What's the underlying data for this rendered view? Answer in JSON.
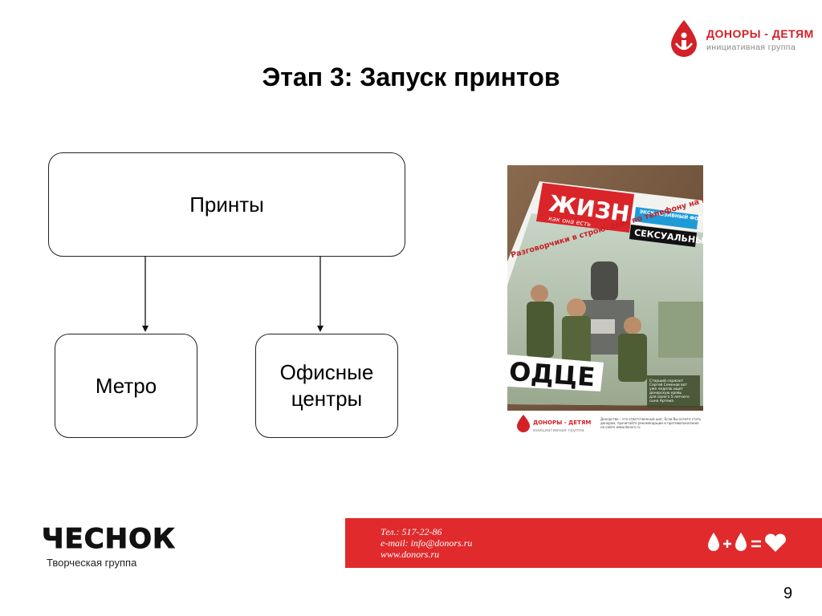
{
  "header": {
    "logo_name": "ДОНОРЫ - ДЕТЯМ",
    "logo_subtitle": "инициативная группа",
    "title": "Этап 3: Запуск принтов"
  },
  "diagram": {
    "root": "Принты",
    "children": [
      "Метро",
      "Офисные центры"
    ]
  },
  "poster": {
    "masthead": "ЖИЗНЬ",
    "masthead_tagline": "как она есть",
    "badge_top": "ЭКСКЛЮЗИВНЫЙ ФОТОРЕПОРТАЖ",
    "badge_main": "СЕКСУАЛЬНЫЙ",
    "headline": "Разговорчики в строю: секс по телефону на посту",
    "big_word": "ОДЦЕ",
    "caption": "Старший сержант Сергей Семенов вот уже неделю ищет донорскую кровь для своего 5-летнего сына Артема",
    "footer_logo_name": "ДОНОРЫ - ДЕТЯМ",
    "footer_logo_subtitle": "инициативная группа",
    "footer_note": "Донорство – это ответственный шаг. Если Вы хотите стать донором, прочитайте рекомендации и противопоказания на сайте www.donors.ru"
  },
  "footer": {
    "brand": "ЧЕСНОК",
    "brand_subtitle": "Творческая группа",
    "phone": "Тел.: 517-22-86",
    "email": "e-mail: info@donors.ru",
    "site": "www.donors.ru",
    "page_number": "9"
  },
  "colors": {
    "brand_red": "#e02a2c",
    "text": "#000000"
  },
  "icons": [
    "donor-drop-icon",
    "blood-drop-icon",
    "heart-icon"
  ]
}
